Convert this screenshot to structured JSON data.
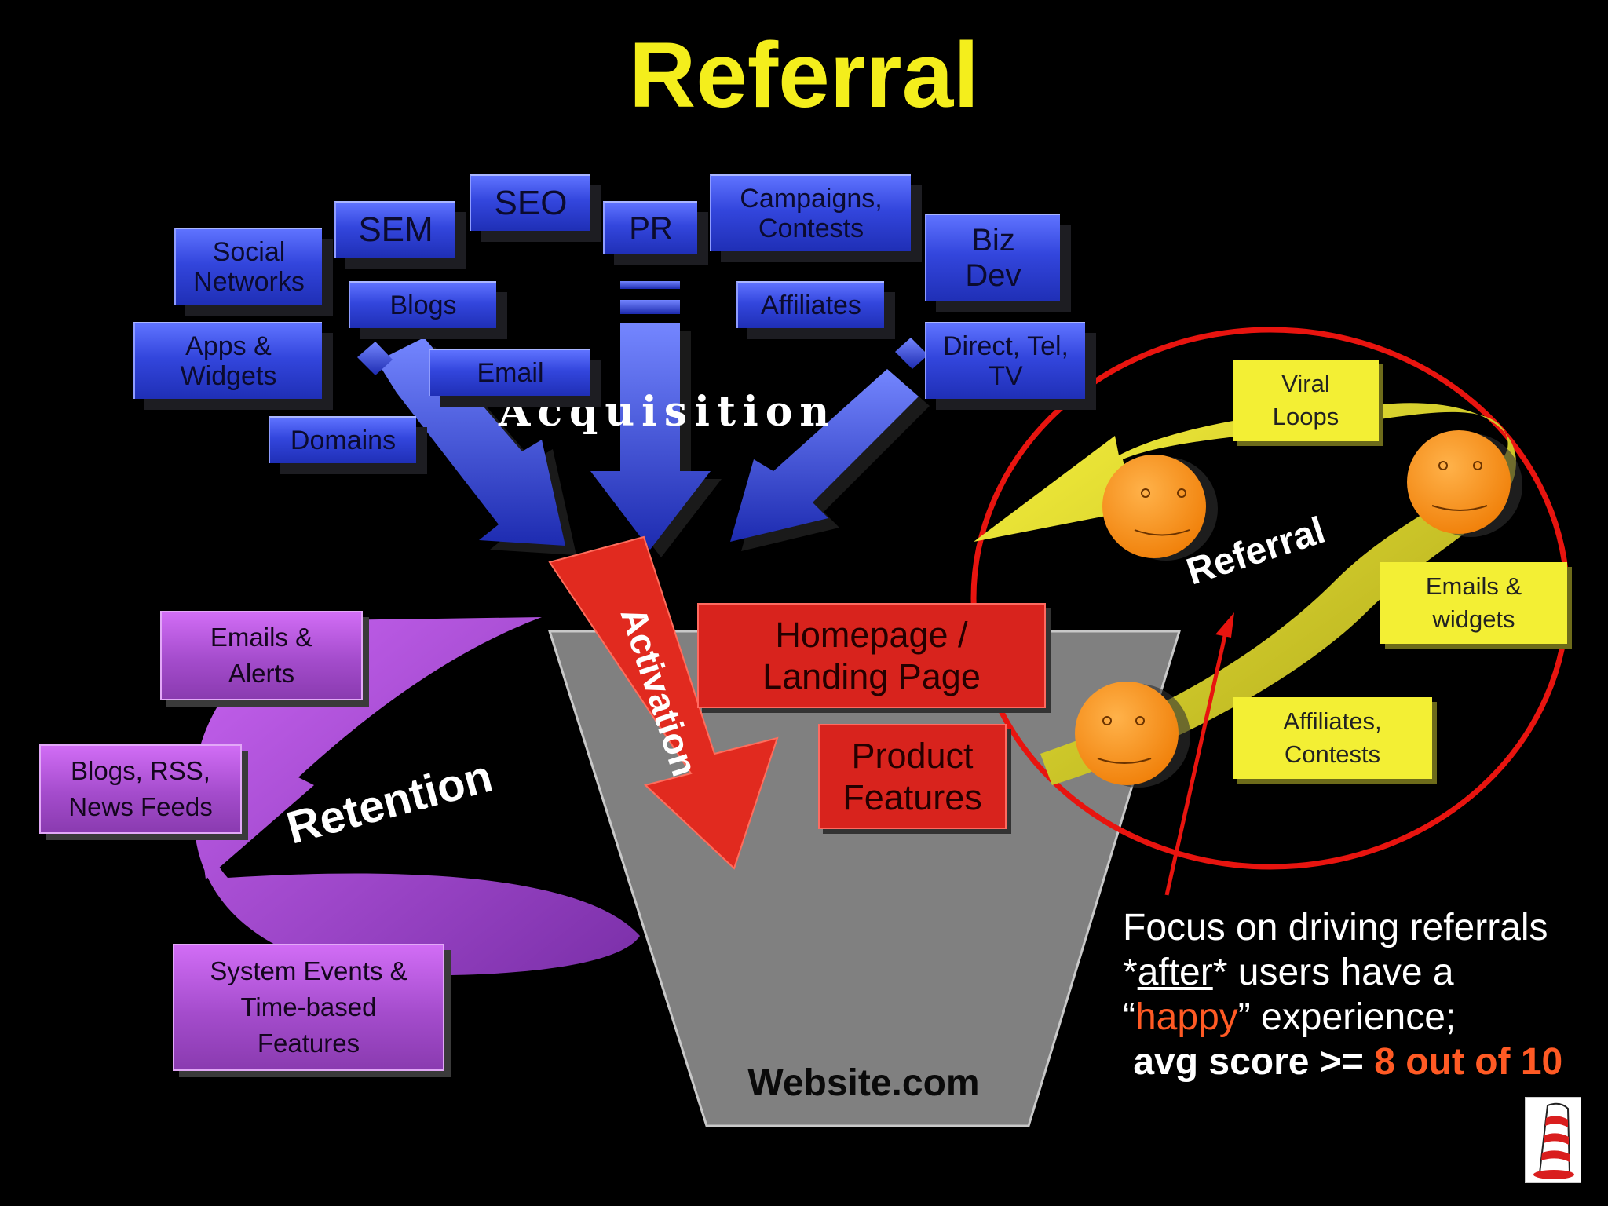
{
  "title": "Referral",
  "acquisition": {
    "label": "Acquisition",
    "channels": [
      "Social\nNetworks",
      "SEM",
      "SEO",
      "PR",
      "Campaigns,\nContests",
      "Biz\nDev",
      "Blogs",
      "Affiliates",
      "Apps &\nWidgets",
      "Email",
      "Direct, Tel,\nTV",
      "Domains"
    ]
  },
  "activation": {
    "label": "Activation",
    "pages": [
      "Homepage /\nLanding Page",
      "Product\nFeatures"
    ]
  },
  "funnel": {
    "label": "Website.com"
  },
  "retention": {
    "label": "Retention",
    "channels": [
      "Emails &\nAlerts",
      "Blogs, RSS,\nNews Feeds",
      "System Events &\nTime-based\nFeatures"
    ]
  },
  "referral": {
    "label": "Referral",
    "channels": [
      "Viral\nLoops",
      "Emails &\nwidgets",
      "Affiliates,\nContests"
    ]
  },
  "note": {
    "line1": "Focus on driving referrals",
    "line2_pre": "*",
    "line2_u": "after",
    "line2_post": "* users have a",
    "line3_q1": "“",
    "line3_red": "happy",
    "line3_post": "” experience;",
    "line4_pre": "avg score >=",
    "line4_red": "8 out of 10"
  },
  "colors": {
    "title": "#f4ee1c",
    "acquisition_blue": "#3346dd",
    "activation_red": "#d8231d",
    "retention_purple": "#a44ccc",
    "referral_yellow": "#f3ef34",
    "funnel_gray": "#808080",
    "highlight_red": "#ff5a24",
    "circle_red": "#e8140f"
  },
  "icons": [
    "smiley-face-icon",
    "cat-in-hat-logo-icon"
  ]
}
